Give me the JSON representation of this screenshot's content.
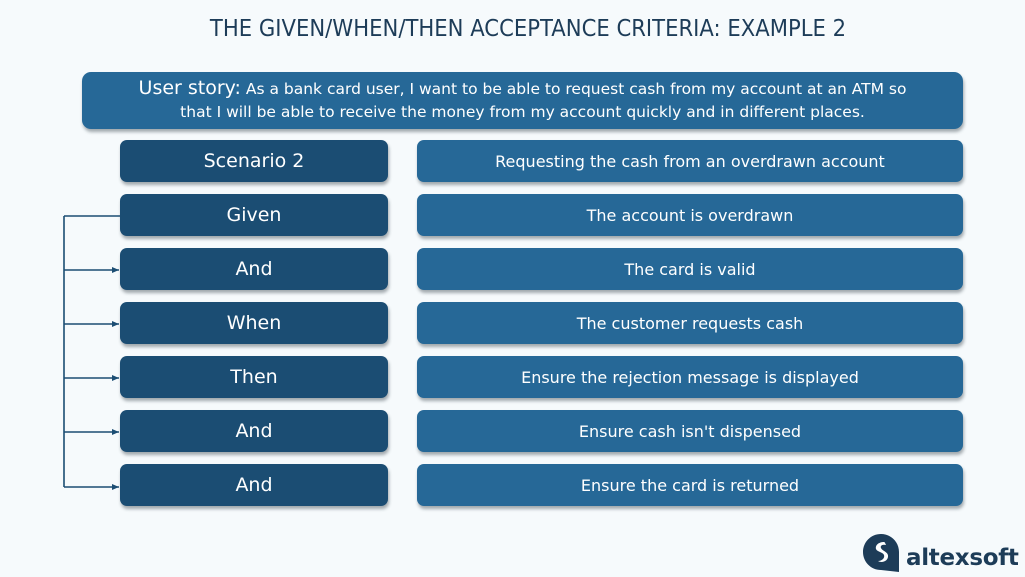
{
  "title": "THE GIVEN/WHEN/THEN ACCEPTANCE CRITERIA: EXAMPLE 2",
  "user_story": {
    "label": "User story:",
    "line1_text": " As a bank card user, I want to be able to request cash from my account at an ATM so",
    "line2_text": "that I will be able to receive the money from my account quickly and in different places."
  },
  "rows": [
    {
      "keyword": "Scenario 2",
      "description": "Requesting the cash from an overdrawn account"
    },
    {
      "keyword": "Given",
      "description": "The account is overdrawn"
    },
    {
      "keyword": "And",
      "description": "The card is valid"
    },
    {
      "keyword": "When",
      "description": "The customer requests cash"
    },
    {
      "keyword": "Then",
      "description": "Ensure the rejection message is displayed"
    },
    {
      "keyword": "And",
      "description": "Ensure cash isn't dispensed"
    },
    {
      "keyword": "And",
      "description": "Ensure the card is returned"
    }
  ],
  "logo": {
    "name": "altexsoft",
    "icon": "altexsoft-logo-icon"
  },
  "colors": {
    "title": "#1d3c58",
    "keyword_box": "#1b4d73",
    "description_box": "#266897",
    "connector": "#1b4d73",
    "background": "#f6fafc"
  }
}
